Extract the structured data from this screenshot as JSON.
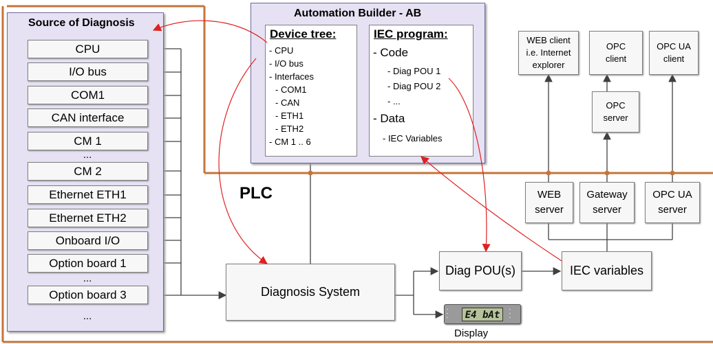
{
  "source": {
    "title": "Source of Diagnosis",
    "items": [
      "CPU",
      "I/O bus",
      "COM1",
      "CAN interface",
      "CM 1",
      "CM 2",
      "Ethernet ETH1",
      "Ethernet ETH2",
      "Onboard I/O",
      "Option board 1",
      "Option board 3"
    ],
    "ellipsis": "..."
  },
  "ab": {
    "title": "Automation Builder - AB",
    "device_tree": {
      "title": "Device tree:",
      "lines": [
        "- CPU",
        "- I/O bus",
        "- Interfaces",
        "- COM1",
        "- CAN",
        "- ETH1",
        "- ETH2",
        "- CM  1 .. 6"
      ]
    },
    "iec_program": {
      "title": "IEC program:",
      "code": "- Code",
      "pou1": "- Diag POU 1",
      "pou2": "- Diag POU 2",
      "more": "- ...",
      "data": "- Data",
      "vars": "- IEC Variables"
    }
  },
  "plc_label": "PLC",
  "clients": {
    "web": "WEB client\ni.e. Internet\nexplorer",
    "opc": "OPC\nclient",
    "opcua": "OPC UA\nclient",
    "opc_server": "OPC\nserver"
  },
  "servers": {
    "web": "WEB\nserver",
    "gateway": "Gateway\nserver",
    "opcua": "OPC UA\nserver"
  },
  "blocks": {
    "diagnosis_system": "Diagnosis System",
    "diag_pou": "Diag POU(s)",
    "iec_variables": "IEC variables"
  },
  "display": {
    "label": "Display",
    "readout": "E4 bAt"
  },
  "colors": {
    "plc_border": "#c5743a",
    "panel_fill": "#e6e2f4",
    "panel_border": "#6d6a99",
    "red_arrow": "#e02020",
    "connector": "#404040"
  }
}
